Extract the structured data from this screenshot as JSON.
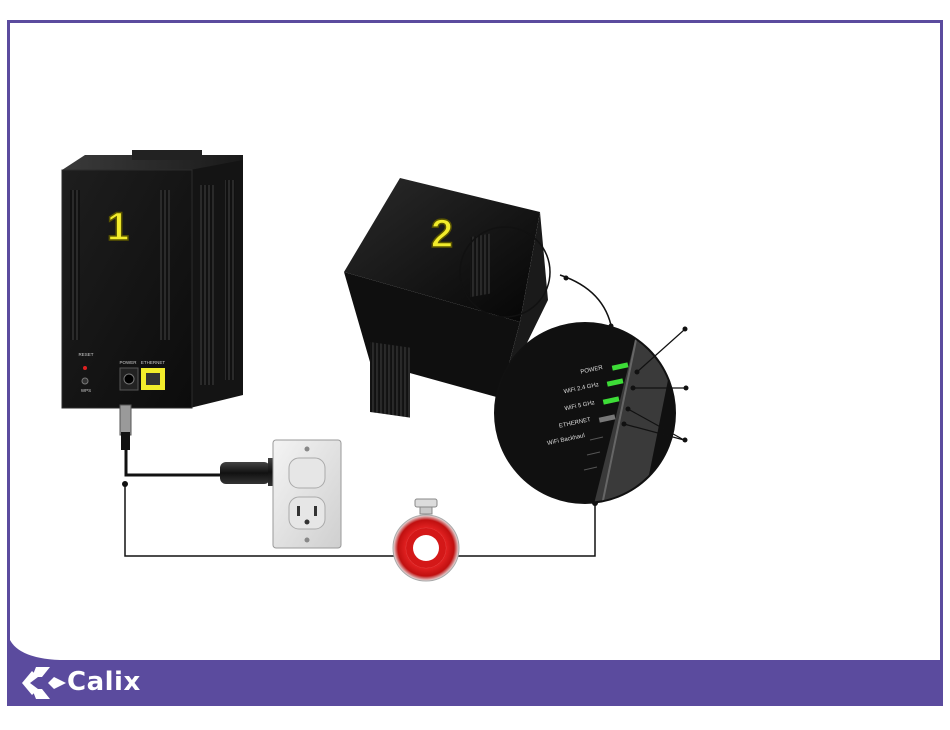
{
  "slide": {
    "step1": "1",
    "step2": "2"
  },
  "router_rear": {
    "reset": "RESET",
    "wps": "WPS",
    "power": "POWER",
    "ethernet": "ETHERNET"
  },
  "leds": {
    "power": "POWER",
    "wifi24": "WiFi 2.4 GHz",
    "wifi5": "WiFi 5 GHz",
    "ethernet": "ETHERNET",
    "backhaul": "WiFi Backhaul"
  },
  "brand": {
    "name": "Calix",
    "purple": "#5b4b9e",
    "yellow": "#f2ec2b",
    "led_green": "#3ddc37"
  }
}
